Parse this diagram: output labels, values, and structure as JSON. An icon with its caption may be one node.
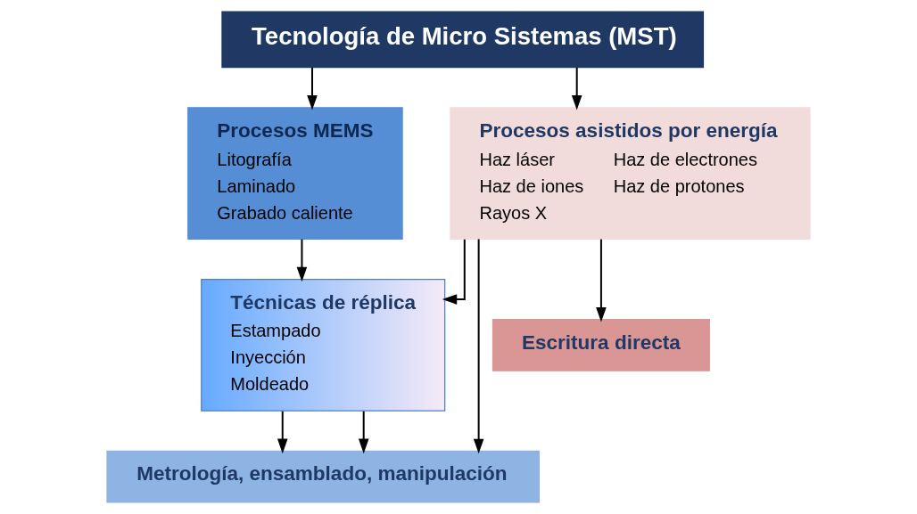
{
  "diagram": {
    "nodes": [
      {
        "text": [
          "Tecnología de Micro Sistemas (MST)"
        ]
      },
      {
        "text": [
          "Procesos MEMS",
          "Litografía",
          "Laminado",
          "Grabado caliente"
        ]
      },
      {
        "text": [
          "Procesos asistidos por energía",
          "Haz láser",
          "Haz de iones",
          "Rayos X",
          "Haz de electrones",
          "Haz de protones"
        ]
      },
      {
        "text": [
          "Técnicas de réplica",
          "Estampado",
          "Inyección",
          "Moldeado"
        ]
      },
      {
        "text": [
          "Escritura directa"
        ]
      },
      {
        "text": [
          "Metrología, ensamblado, manipulación"
        ]
      }
    ],
    "edges": [
      {
        "from": 0,
        "to": 1,
        "arrow": "to"
      },
      {
        "from": 0,
        "to": 2,
        "arrow": "to"
      },
      {
        "from": 1,
        "to": 3,
        "arrow": "to"
      },
      {
        "from": 2,
        "to": 3,
        "arrow": "to"
      },
      {
        "from": 2,
        "to": 4,
        "arrow": "to"
      },
      {
        "from": 2,
        "to": 5,
        "arrow": "to"
      },
      {
        "from": 3,
        "to": 5,
        "arrow": "to"
      },
      {
        "from": 3,
        "to": 5,
        "arrow": "to"
      }
    ]
  }
}
